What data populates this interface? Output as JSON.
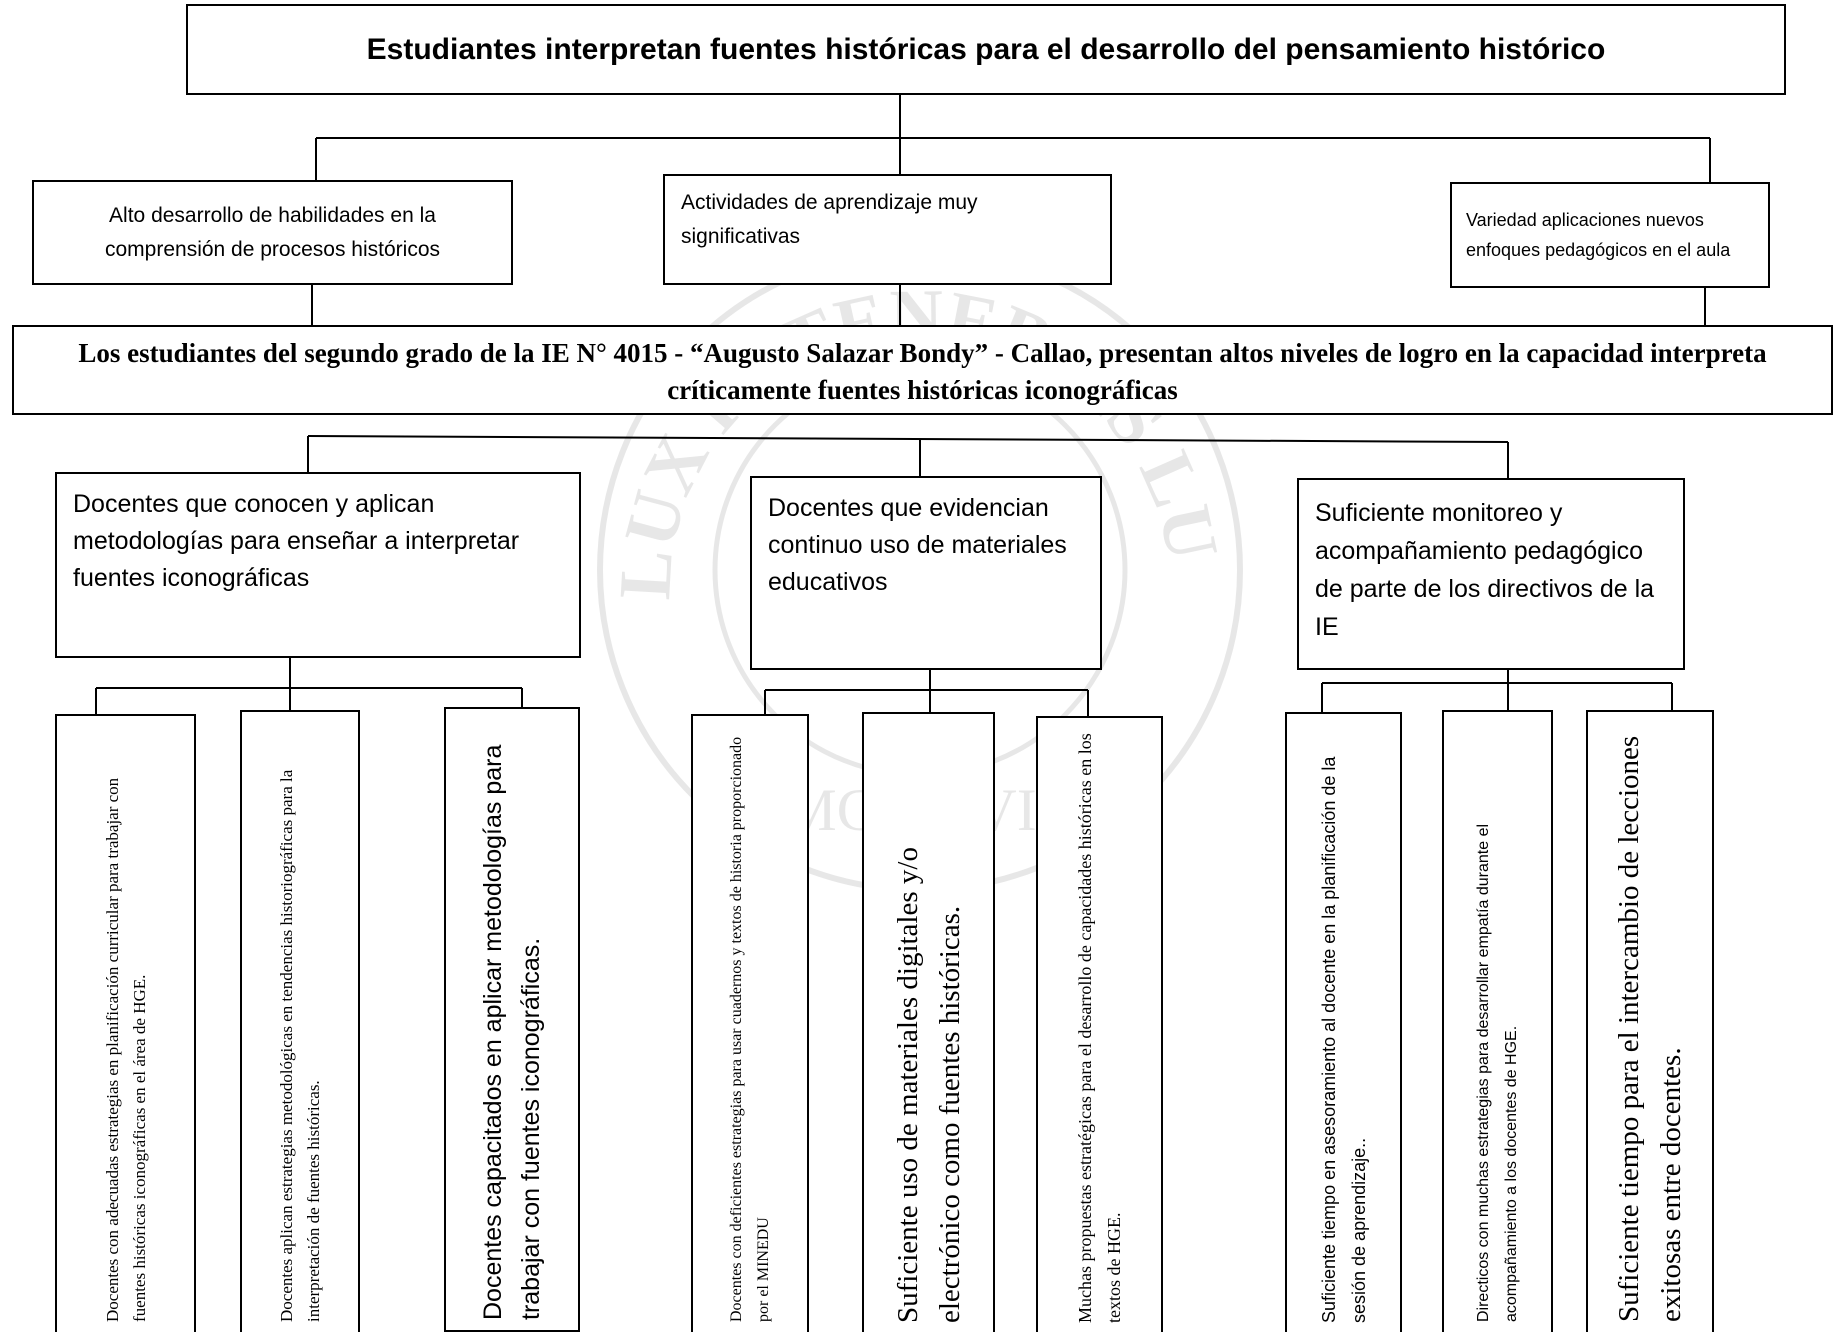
{
  "top": {
    "title": "Estudiantes interpretan fuentes históricas para el desarrollo del pensamiento histórico"
  },
  "effects": [
    "Alto desarrollo de habilidades en la comprensión de procesos históricos",
    "Actividades de aprendizaje muy significativas",
    "Variedad aplicaciones nuevos enfoques pedagógicos en el aula"
  ],
  "central": {
    "text": "Los estudiantes del segundo grado de la IE N° 4015 - “Augusto Salazar Bondy” - Callao, presentan altos niveles de logro en la capacidad interpreta críticamente fuentes históricas iconográficas"
  },
  "causes": [
    "Docentes que conocen y aplican metodologías para enseñar a interpretar fuentes  iconográficas",
    "Docentes que evidencian continuo uso de materiales educativos",
    "Suficiente monitoreo y acompañamiento pedagógico  de parte de los directivos de la IE"
  ],
  "subcauses": [
    "Docentes con adecuadas estrategias en planificación curricular para trabajar con fuentes históricas iconográficas en el área de HGE.",
    "Docentes aplican estrategias metodológicas en tendencias historiográficas para la interpretación de fuentes históricas.",
    "Docentes capacitados en aplicar metodologías para  trabajar con fuentes iconográficas.",
    "Docentes con deficientes  estrategias para usar cuadernos y textos de historia proporcionado por el MINEDU",
    "Suficiente uso de materiales digitales y/o electrónico como fuentes históricas.",
    "Muchas propuestas estratégicas para el desarrollo de capacidades históricas en los textos de HGE.",
    "Suficiente  tiempo en asesoramiento al docente en la planificación de la sesión de aprendizaje..",
    "Directicos con muchas estrategias para desarrollar empatía durante el acompañamiento a los docentes de HGE.",
    "Suficiente tiempo para el intercambio de lecciones exitosas entre docentes."
  ],
  "watermark": {
    "text": "ET LUX IN TENEBRIS LUCET",
    "year": "MCMXVII"
  }
}
